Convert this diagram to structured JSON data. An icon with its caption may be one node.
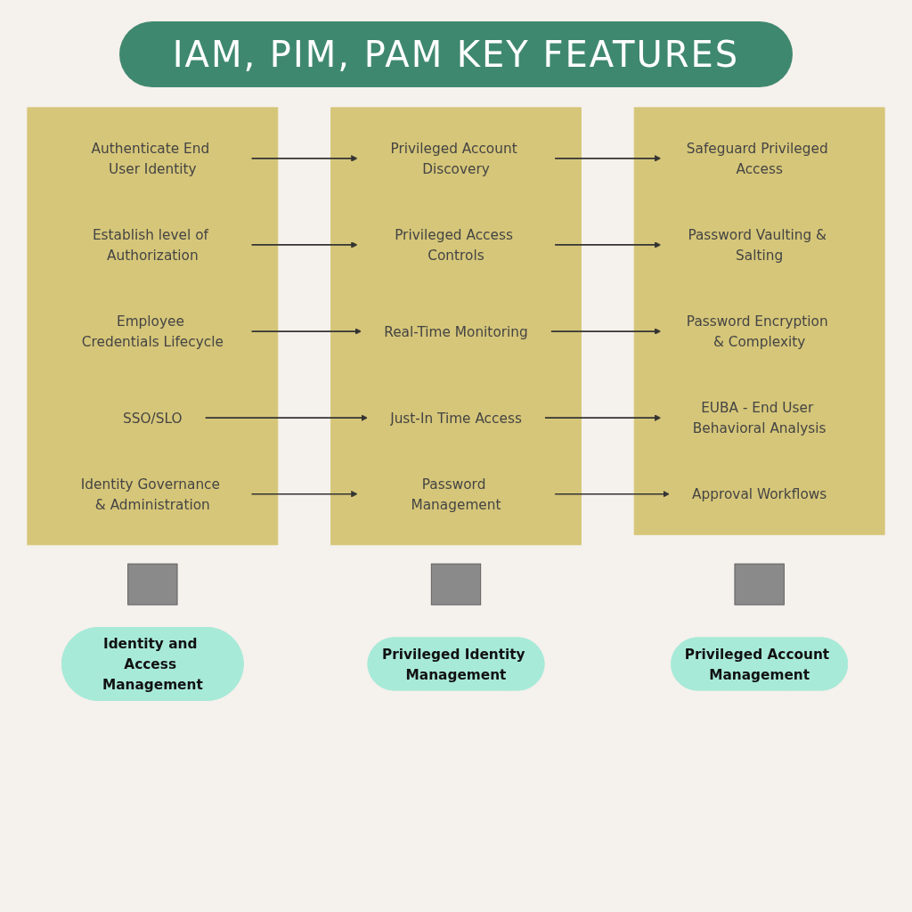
{
  "diagram": {
    "title": "IAM, PIM, PAM KEY FEATURES",
    "nodes": [
      {
        "text": [],
        "shape": "box"
      },
      {
        "text": [],
        "shape": "box"
      },
      {
        "text": [],
        "shape": "box"
      },
      {
        "text": [
          "Identity and Access Management"
        ]
      },
      {
        "text": [
          "Privileged Identity Management"
        ]
      },
      {
        "text": [
          "Privileged Account Management"
        ]
      },
      {
        "text": [],
        "shape": "banner"
      },
      {
        "text": [
          "Authenticate End User Identity"
        ],
        "in": 6
      },
      {
        "text": [
          "Establish level of Authorization"
        ],
        "in": 6
      },
      {
        "text": [
          "Employee Credentials Lifecycle"
        ],
        "in": 6
      },
      {
        "text": [
          "SSO/SLO"
        ],
        "in": 6
      },
      {
        "text": [
          "Identity Governance & Administration"
        ],
        "in": 6
      },
      {
        "text": [],
        "shape": "banner"
      },
      {
        "text": [
          "Privileged Account Discovery"
        ],
        "in": 12
      },
      {
        "text": [
          "Privileged Access Controls"
        ],
        "in": 12
      },
      {
        "text": [
          "Real-Time Monitoring"
        ],
        "in": 12
      },
      {
        "text": [
          "Just-In Time Access"
        ],
        "in": 12
      },
      {
        "text": [
          "Password Management"
        ],
        "in": 12
      },
      {
        "text": [],
        "shape": "banner"
      },
      {
        "text": [
          "Safeguard Privileged Access"
        ],
        "in": 18
      },
      {
        "text": [
          "Password Vaulting & Salting"
        ],
        "in": 18
      },
      {
        "text": [
          "Password Encryption & Complexity"
        ],
        "in": 18
      },
      {
        "text": [
          "EUBA - End User Behavioral Analysis"
        ],
        "in": 18
      },
      {
        "text": [
          "Approval Workflows"
        ],
        "in": 18
      }
    ],
    "edges": [
      {
        "from": 7,
        "to": 13,
        "arrow": "to"
      },
      {
        "from": 8,
        "to": 14,
        "arrow": "to"
      },
      {
        "from": 9,
        "to": 15,
        "arrow": "to"
      },
      {
        "from": 10,
        "to": 16,
        "arrow": "to"
      },
      {
        "from": 11,
        "to": 17,
        "arrow": "to"
      },
      {
        "from": 13,
        "to": 19,
        "arrow": "to"
      },
      {
        "from": 14,
        "to": 20,
        "arrow": "to"
      },
      {
        "from": 15,
        "to": 21,
        "arrow": "to"
      },
      {
        "from": 16,
        "to": 22,
        "arrow": "to"
      },
      {
        "from": 17,
        "to": 23,
        "arrow": "to"
      }
    ]
  }
}
